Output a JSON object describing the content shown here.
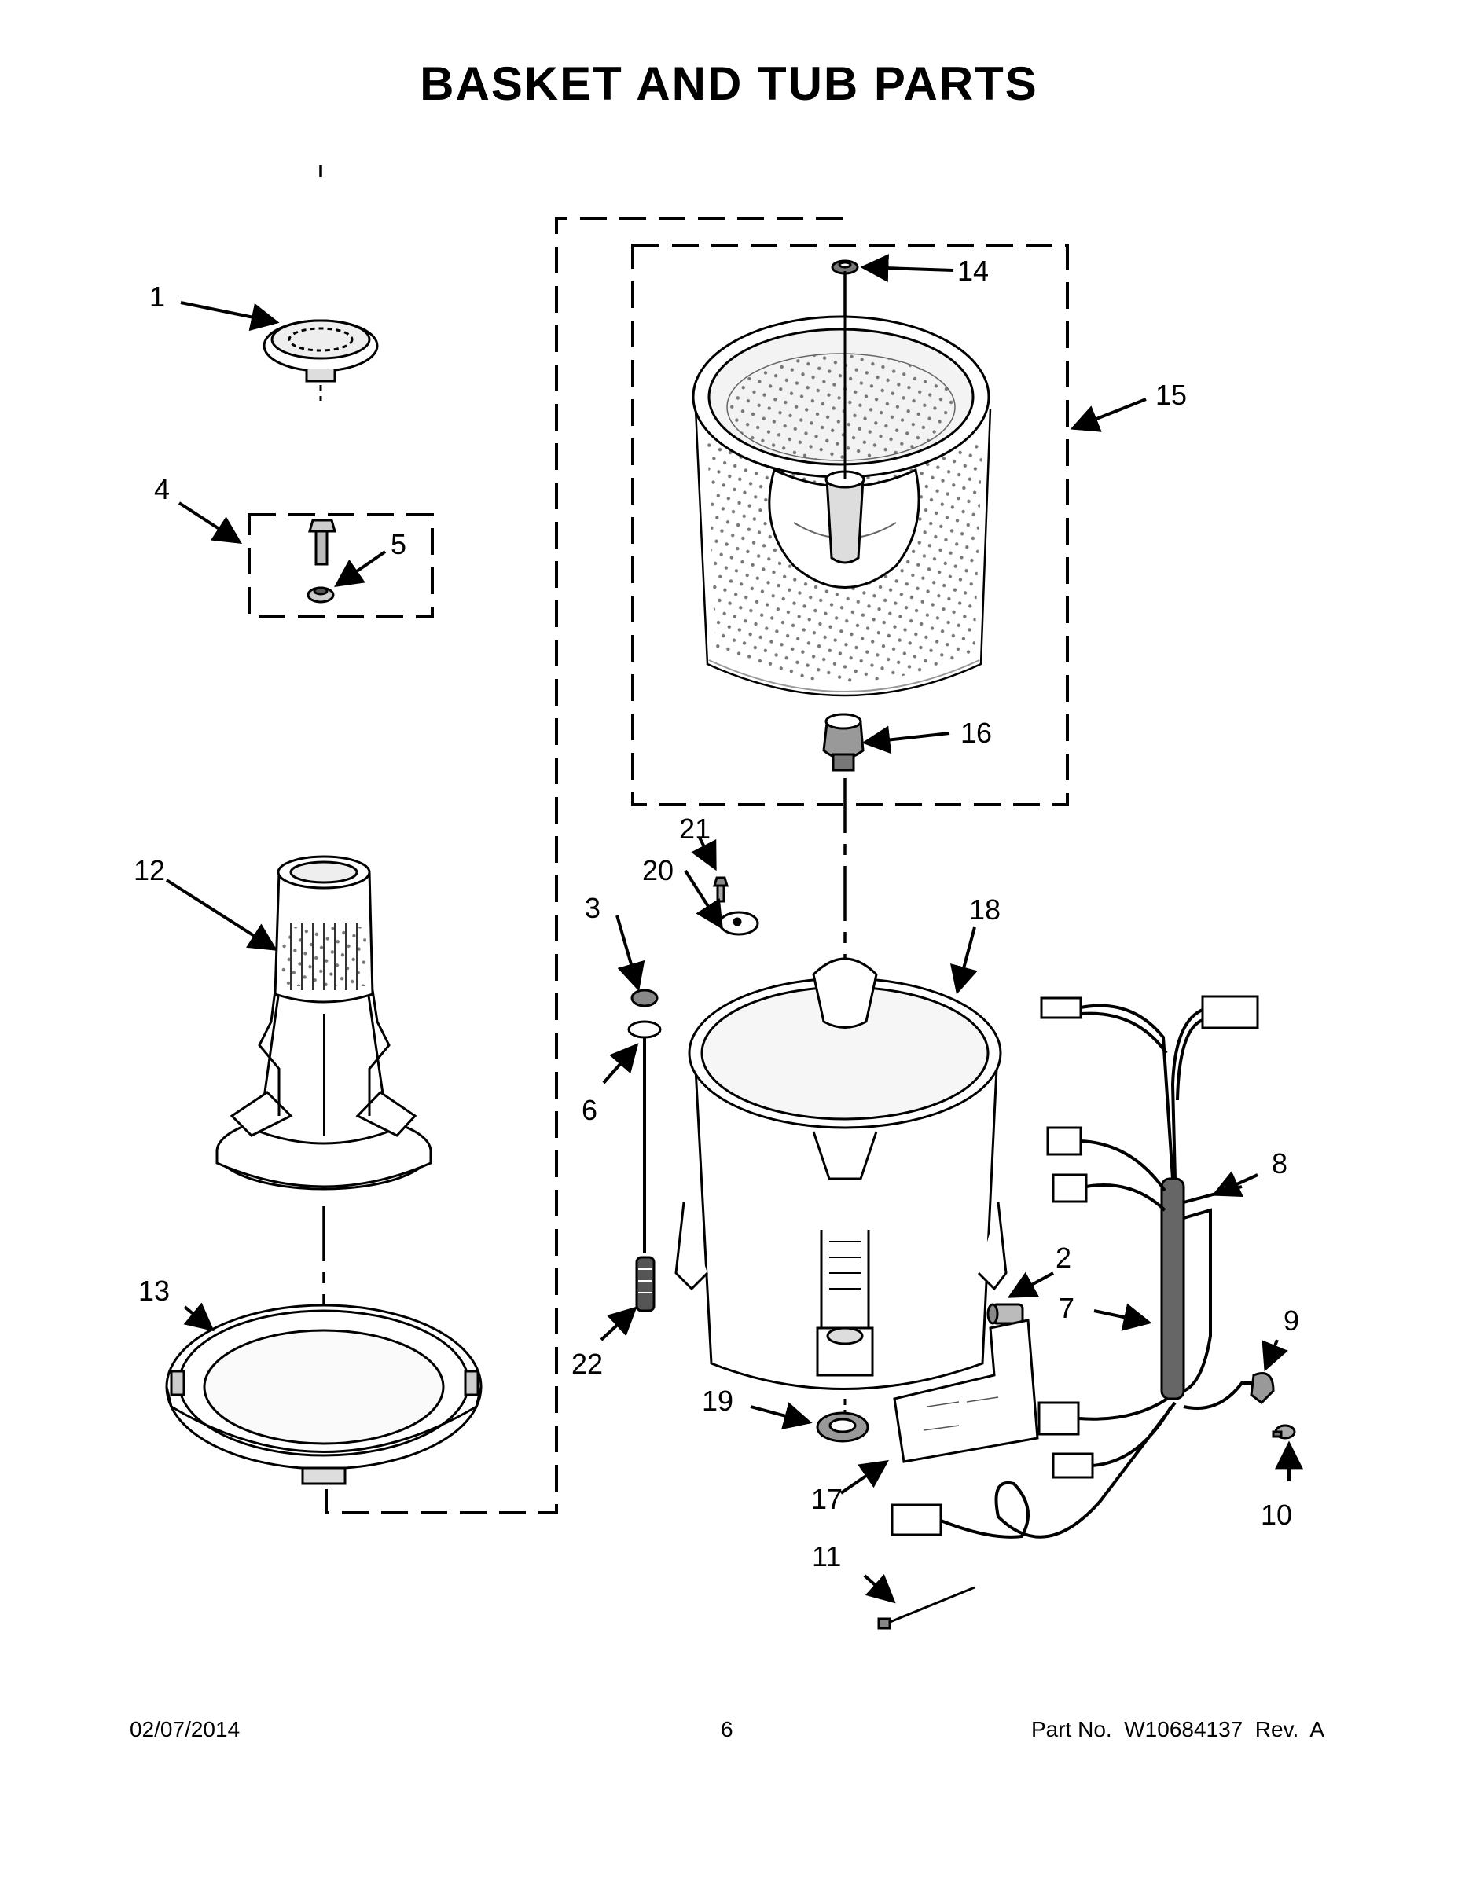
{
  "title": "BASKET AND TUB PARTS",
  "footer": {
    "date": "02/07/2014",
    "page": "6",
    "part_number": "Part No.  W10684137  Rev.  A"
  },
  "callouts": [
    {
      "id": "callout-1",
      "label": "1"
    },
    {
      "id": "callout-2",
      "label": "2"
    },
    {
      "id": "callout-3",
      "label": "3"
    },
    {
      "id": "callout-4",
      "label": "4"
    },
    {
      "id": "callout-5",
      "label": "5"
    },
    {
      "id": "callout-6",
      "label": "6"
    },
    {
      "id": "callout-7",
      "label": "7"
    },
    {
      "id": "callout-8",
      "label": "8"
    },
    {
      "id": "callout-9",
      "label": "9"
    },
    {
      "id": "callout-10",
      "label": "10"
    },
    {
      "id": "callout-11",
      "label": "11"
    },
    {
      "id": "callout-12",
      "label": "12"
    },
    {
      "id": "callout-13",
      "label": "13"
    },
    {
      "id": "callout-14",
      "label": "14"
    },
    {
      "id": "callout-15",
      "label": "15"
    },
    {
      "id": "callout-16",
      "label": "16"
    },
    {
      "id": "callout-17",
      "label": "17"
    },
    {
      "id": "callout-18",
      "label": "18"
    },
    {
      "id": "callout-19",
      "label": "19"
    },
    {
      "id": "callout-20",
      "label": "20"
    },
    {
      "id": "callout-21",
      "label": "21"
    },
    {
      "id": "callout-22",
      "label": "22"
    }
  ]
}
